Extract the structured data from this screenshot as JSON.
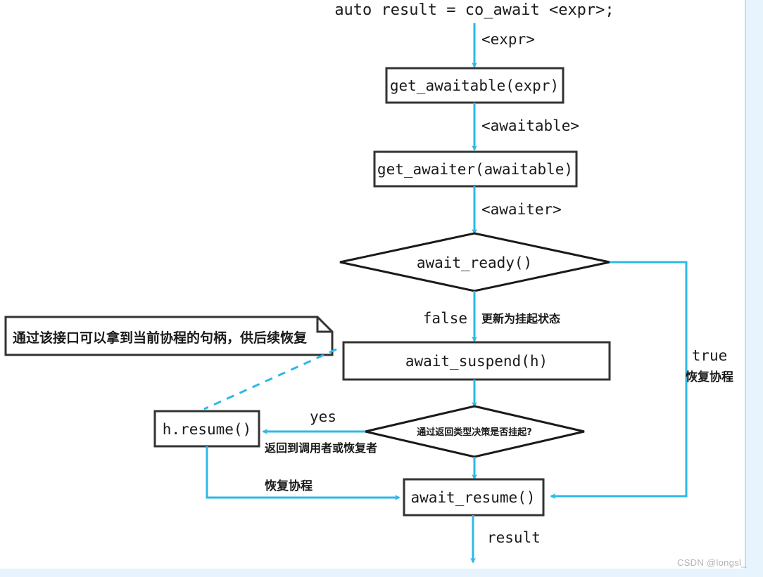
{
  "diagram": {
    "title_expression": "auto result = co_await <expr>;",
    "accent_arrow_color": "#2eb8e6",
    "node_border_color": "#333333",
    "text_color": "#1a1a1a",
    "nodes": {
      "get_awaitable": "get_awaitable(expr)",
      "get_awaiter": "get_awaiter(awaitable)",
      "await_ready": "await_ready()",
      "await_suspend": "await_suspend(h)",
      "await_resume": "await_resume()",
      "h_resume": "h.resume()",
      "suspend_decision": "通过返回类型决策是否挂起?"
    },
    "edge_labels": {
      "expr": "<expr>",
      "awaitable": "<awaitable>",
      "awaiter": "<awaiter>",
      "false": "false",
      "update_to_suspended": "更新为挂起状态",
      "true": "true",
      "resume_coroutine_right": "恢复协程",
      "yes": "yes",
      "return_to_caller": "返回到调用者或恢复者",
      "resume_coroutine_bottom": "恢复协程",
      "result": "result"
    },
    "note": {
      "text": "通过该接口可以拿到当前协程的句柄，供后续恢复"
    },
    "watermark": "CSDN @longsl_"
  }
}
